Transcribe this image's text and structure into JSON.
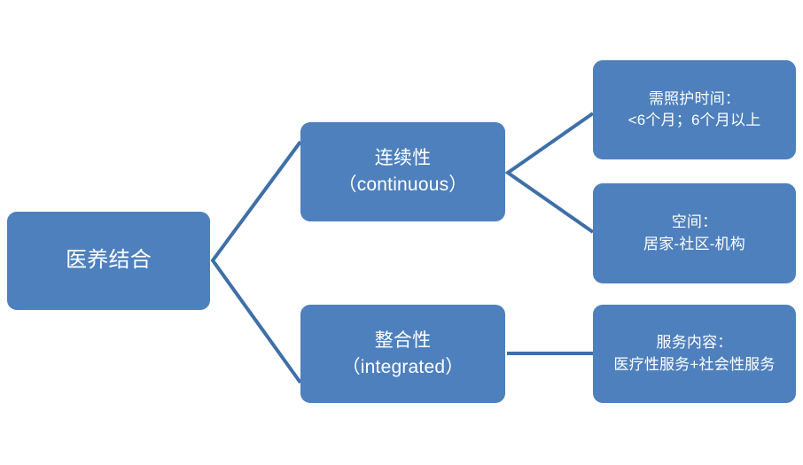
{
  "diagram": {
    "type": "tree-diagram",
    "background_color": "#FFFFFF",
    "node_fill_color": "#4E80BD",
    "node_text_color": "#FFFFFF",
    "connector_color": "#3E6FA8",
    "root": {
      "id": "root",
      "line1": "医养结合",
      "line2": ""
    },
    "branches": [
      {
        "id": "continuous",
        "line1": "连续性",
        "line2": "（continuous）",
        "children": [
          {
            "id": "care-time",
            "line1": "需照护时间：",
            "line2": "<6个月；6个月以上"
          },
          {
            "id": "space",
            "line1": "空间：",
            "line2": "居家-社区-机构"
          }
        ]
      },
      {
        "id": "integrated",
        "line1": "整合性",
        "line2": "（integrated）",
        "children": [
          {
            "id": "service",
            "line1": "服务内容：",
            "line2": "医疗性服务+社会性服务"
          }
        ]
      }
    ]
  }
}
